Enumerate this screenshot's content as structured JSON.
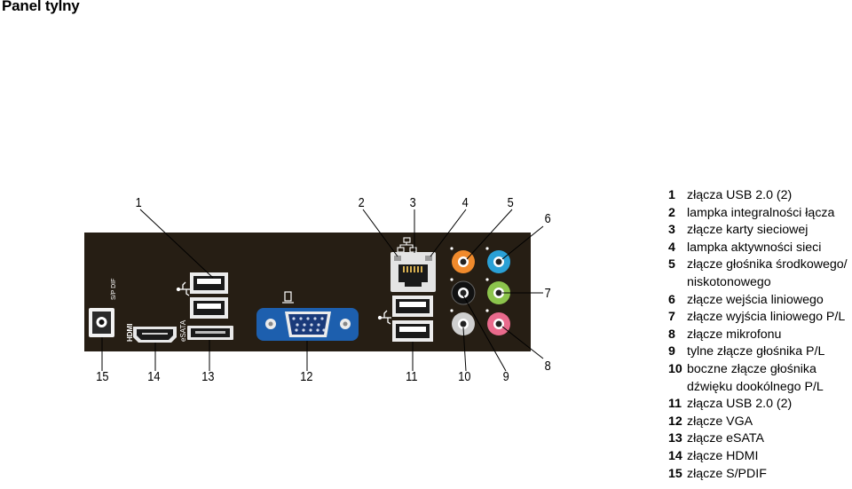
{
  "title": "Panel tylny",
  "callouts": [
    "1",
    "2",
    "3",
    "4",
    "5",
    "6",
    "7",
    "8",
    "9",
    "10",
    "11",
    "12",
    "13",
    "14",
    "15"
  ],
  "panel_labels": {
    "spdif": "S/P DIF",
    "esata": "eSATA",
    "hdmi": "HDMI"
  },
  "legend": [
    {
      "num": "1",
      "text": "złącza USB 2.0 (2)"
    },
    {
      "num": "2",
      "text": "lampka integralności łącza"
    },
    {
      "num": "3",
      "text": "złącze karty sieciowej"
    },
    {
      "num": "4",
      "text": "lampka aktywności sieci"
    },
    {
      "num": "5",
      "text": "złącze głośnika środkowego/ niskotonowego"
    },
    {
      "num": "6",
      "text": "złącze wejścia liniowego"
    },
    {
      "num": "7",
      "text": "złącze wyjścia liniowego P/L"
    },
    {
      "num": "8",
      "text": "złącze mikrofonu"
    },
    {
      "num": "9",
      "text": "tylne złącze głośnika P/L"
    },
    {
      "num": "10",
      "text": "boczne złącze głośnika dźwięku dookólnego P/L"
    },
    {
      "num": "11",
      "text": "złącza USB 2.0 (2)"
    },
    {
      "num": "12",
      "text": "złącze VGA"
    },
    {
      "num": "13",
      "text": "złącze eSATA"
    },
    {
      "num": "14",
      "text": "złącze HDMI"
    },
    {
      "num": "15",
      "text": "złącze S/PDIF"
    }
  ],
  "colors": {
    "panel": "#261e14",
    "vga_blue": "#1d5fae",
    "jack_orange": "#f08a2c",
    "jack_blue": "#2aa0d6",
    "jack_green": "#8cc44c",
    "jack_pink": "#e96a8c",
    "jack_black": "#111111",
    "jack_gray": "#cfcfcf"
  }
}
